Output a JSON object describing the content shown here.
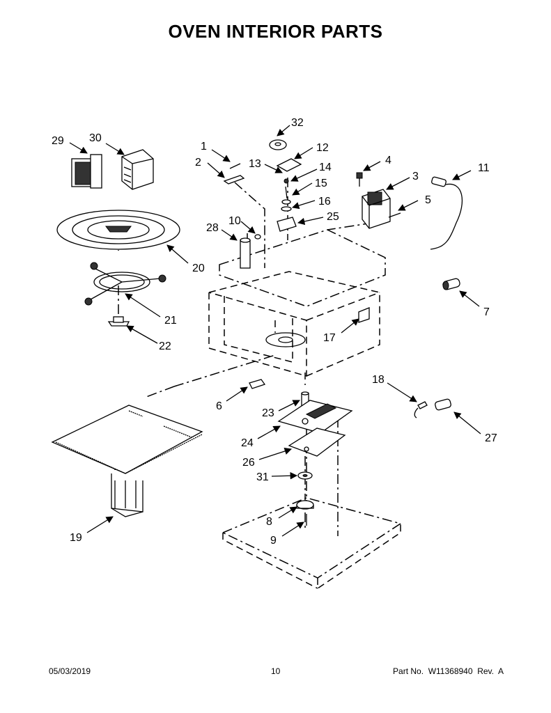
{
  "title": "OVEN INTERIOR PARTS",
  "footer": {
    "date": "05/03/2019",
    "page": "10",
    "part": "Part No.  W11368940  Rev.  A"
  },
  "callouts": [
    "1",
    "2",
    "3",
    "4",
    "5",
    "6",
    "7",
    "8",
    "9",
    "10",
    "11",
    "12",
    "13",
    "14",
    "15",
    "16",
    "17",
    "18",
    "19",
    "20",
    "21",
    "22",
    "23",
    "24",
    "25",
    "26",
    "27",
    "28",
    "29",
    "30",
    "31",
    "32"
  ]
}
